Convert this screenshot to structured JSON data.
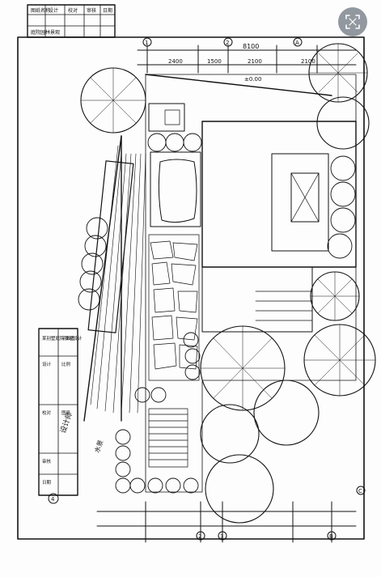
{
  "title_block_top": {
    "rows": [
      "图纸名称",
      "设计",
      "校对",
      "审核",
      "日期"
    ],
    "values": [
      "庭院园林景观",
      "",
      "",
      "",
      ""
    ]
  },
  "title_block_bottom": {
    "left_col": [
      "某别墅庭院景观设计",
      "设计",
      "校对",
      "审核",
      "日期"
    ],
    "right_col": [
      "平面图",
      "比例",
      "图号",
      "",
      ""
    ],
    "signature": "设计师"
  },
  "dimensions": {
    "top_total": "8100",
    "segments": [
      "2400",
      "1500",
      "2100",
      "2100"
    ],
    "level_mark": "±0.00"
  },
  "axis_markers": {
    "top": [
      "1",
      "2",
      "A"
    ],
    "bottom": [
      "4",
      "2",
      "3",
      "B",
      "C"
    ]
  },
  "annotations": {
    "water_feature": "水景"
  },
  "colors": {
    "ink": "#111111",
    "paper": "#fdfdfd",
    "button": "#8a9099"
  },
  "icons": {
    "scan": "scan-expand-icon"
  }
}
